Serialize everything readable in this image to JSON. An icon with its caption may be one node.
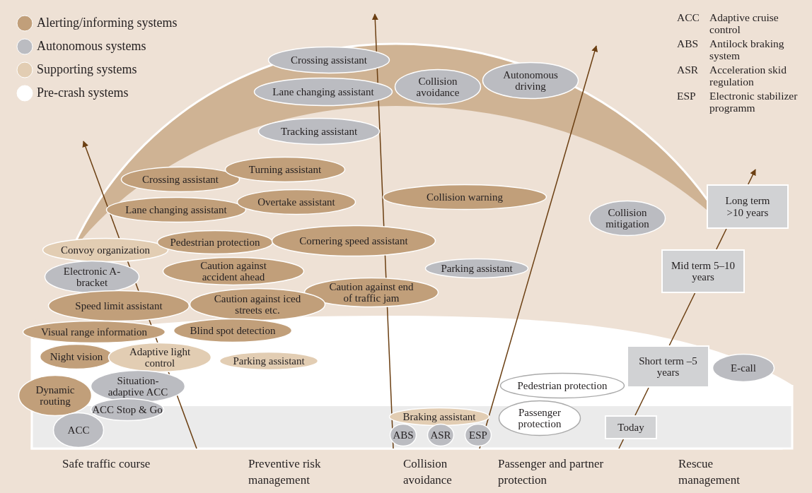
{
  "diagram": {
    "nodes": [
      {
        "text": [
          "Crossing assistant"
        ]
      },
      {
        "text": [
          "Lane changing assistant"
        ]
      },
      {
        "text": [
          "Collision avoidance"
        ]
      },
      {
        "text": [
          "Autonomous driving"
        ]
      },
      {
        "text": [
          "Tracking assistant"
        ]
      },
      {
        "text": [
          "Crossing assistant"
        ]
      },
      {
        "text": [
          "Turning assistant"
        ]
      },
      {
        "text": [
          "Lane changing assistant"
        ]
      },
      {
        "text": [
          "Overtake assistant"
        ]
      },
      {
        "text": [
          "Collision warning"
        ]
      },
      {
        "text": [
          "Collision mitigation"
        ]
      },
      {
        "text": [
          "Convoy organization"
        ]
      },
      {
        "text": [
          "Pedestrian protection"
        ]
      },
      {
        "text": [
          "Cornering speed assistant"
        ]
      },
      {
        "text": [
          "Electronic A-bracket"
        ]
      },
      {
        "text": [
          "Caution against accident ahead"
        ]
      },
      {
        "text": [
          "Caution against end of traffic jam"
        ]
      },
      {
        "text": [
          "Parking assistant"
        ]
      },
      {
        "text": [
          "Speed limit assistant"
        ]
      },
      {
        "text": [
          "Caution against iced streets etc."
        ]
      },
      {
        "text": [
          "Visual range information"
        ]
      },
      {
        "text": [
          "Blind spot detection"
        ]
      },
      {
        "text": [
          "Night vision"
        ]
      },
      {
        "text": [
          "Adaptive light control"
        ]
      },
      {
        "text": [
          "Parking assistant"
        ]
      },
      {
        "text": [
          "Dynamic routing"
        ]
      },
      {
        "text": [
          "Situation-adaptive ACC"
        ]
      },
      {
        "text": [
          "ACC Stop & Go"
        ]
      },
      {
        "text": [
          "ACC"
        ]
      },
      {
        "text": [
          "Braking assistant"
        ]
      },
      {
        "text": [
          "ABS"
        ]
      },
      {
        "text": [
          "ASR"
        ]
      },
      {
        "text": [
          "ESP"
        ]
      },
      {
        "text": [
          "Pedestrian protection"
        ]
      },
      {
        "text": [
          "Passenger protection"
        ]
      },
      {
        "text": [
          "E-call"
        ]
      },
      {
        "text": [
          "Today"
        ]
      },
      {
        "text": [
          "Short term –5 years"
        ]
      },
      {
        "text": [
          "Mid term 5–10 years"
        ]
      },
      {
        "text": [
          "Long term >10 years"
        ]
      }
    ],
    "edges": [
      {
        "from": null,
        "to": 36,
        "arrow": "none"
      },
      {
        "from": 36,
        "to": 37,
        "arrow": "none"
      },
      {
        "from": 37,
        "to": 38,
        "arrow": "none"
      },
      {
        "from": 38,
        "to": 39,
        "arrow": "none"
      },
      {
        "from": 39,
        "to": null,
        "arrow": "to"
      }
    ],
    "labels": [
      "ACC",
      "Adaptive cruise control",
      "ABS",
      "Antilock braking system",
      "ASR",
      "Acceleration skid regulation",
      "ESP",
      "Electronic stabilizer programm",
      "Safe traffic course",
      "Preventive risk management",
      "Collision avoidance",
      "Passenger and partner protection",
      "Rescue management"
    ],
    "legend": [
      {
        "text": "Alerting/informing systems",
        "color": "#c19f7a"
      },
      {
        "text": "Autonomous systems",
        "color": "#bbbcc1"
      },
      {
        "text": "Supporting systems",
        "color": "#e2cdb3"
      },
      {
        "text": "Pre-crash systems",
        "color": "#ffffff"
      }
    ]
  }
}
